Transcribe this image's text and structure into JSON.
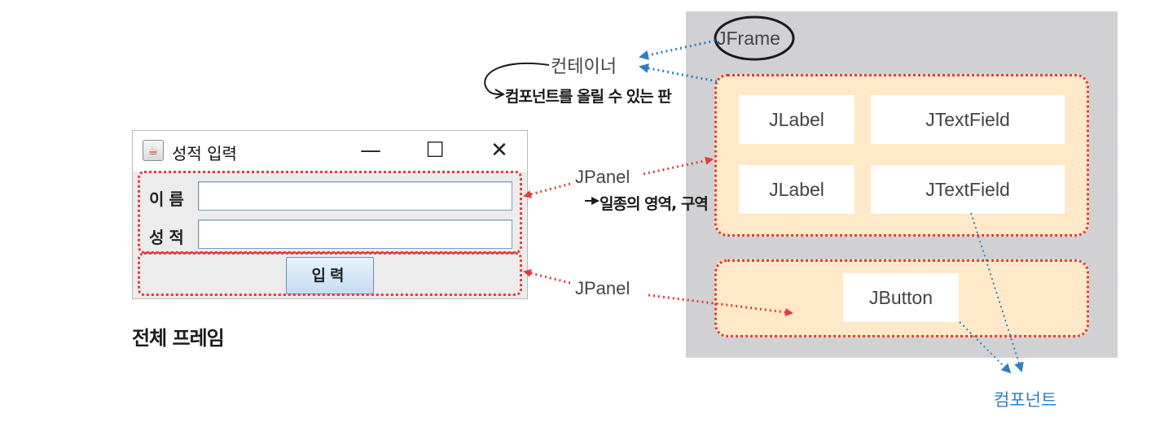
{
  "window": {
    "title": "성적 입력",
    "minimize_glyph": "—",
    "maximize_glyph": "☐",
    "close_glyph": "✕",
    "icon": "java-app-icon",
    "fields": [
      {
        "label": "이름",
        "value": ""
      },
      {
        "label": "성적",
        "value": ""
      }
    ],
    "button_label": "입력"
  },
  "annotations": {
    "frame_caption": "전체 프레임",
    "container_label": "컨테이너",
    "container_note": "컴포넌트를 올릴 수 있는 판",
    "panel_label_1": "JPanel",
    "panel_note": "일종의 영역, 구역",
    "panel_label_2": "JPanel",
    "component_label": "컴포넌트"
  },
  "diagram": {
    "frame": "JFrame",
    "row1": {
      "label": "JLabel",
      "field": "JTextField"
    },
    "row2": {
      "label": "JLabel",
      "field": "JTextField"
    },
    "button": "JButton"
  },
  "colors": {
    "container_bg": "#d1d1d3",
    "panel_bg": "#ffe9c8",
    "red_dotted": "#e23b3b",
    "blue_arrow": "#2f7fc0"
  }
}
